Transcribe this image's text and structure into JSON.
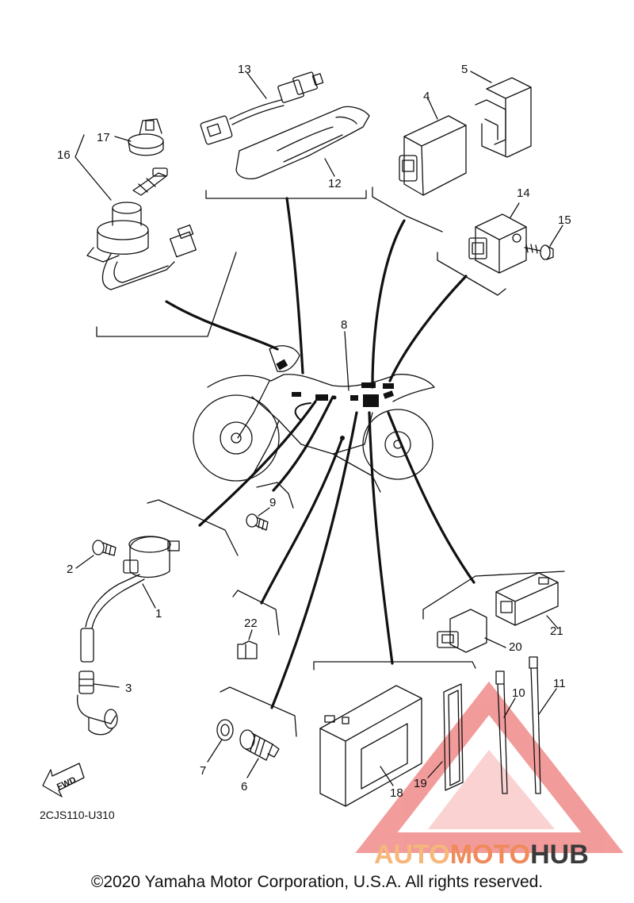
{
  "diagram": {
    "code": "2CJS110-U310",
    "fwd_label": "FWD",
    "copyright": "©2020 Yamaha Motor Corporation, U.S.A. All rights reserved.",
    "parts": [
      "1",
      "2",
      "3",
      "4",
      "5",
      "6",
      "7",
      "8",
      "9",
      "10",
      "11",
      "12",
      "13",
      "14",
      "15",
      "16",
      "17",
      "18",
      "19",
      "20",
      "21",
      "22"
    ]
  },
  "watermark": {
    "part1": "AUTO",
    "part2": "MOTO",
    "part3": "HUB",
    "colors": {
      "light": "#f5b77a",
      "mid": "#ef8a5a",
      "dark": "#3a3a3a",
      "triangle": "#e84b4b"
    }
  },
  "colors": {
    "ink": "#111111",
    "background": "#ffffff"
  }
}
